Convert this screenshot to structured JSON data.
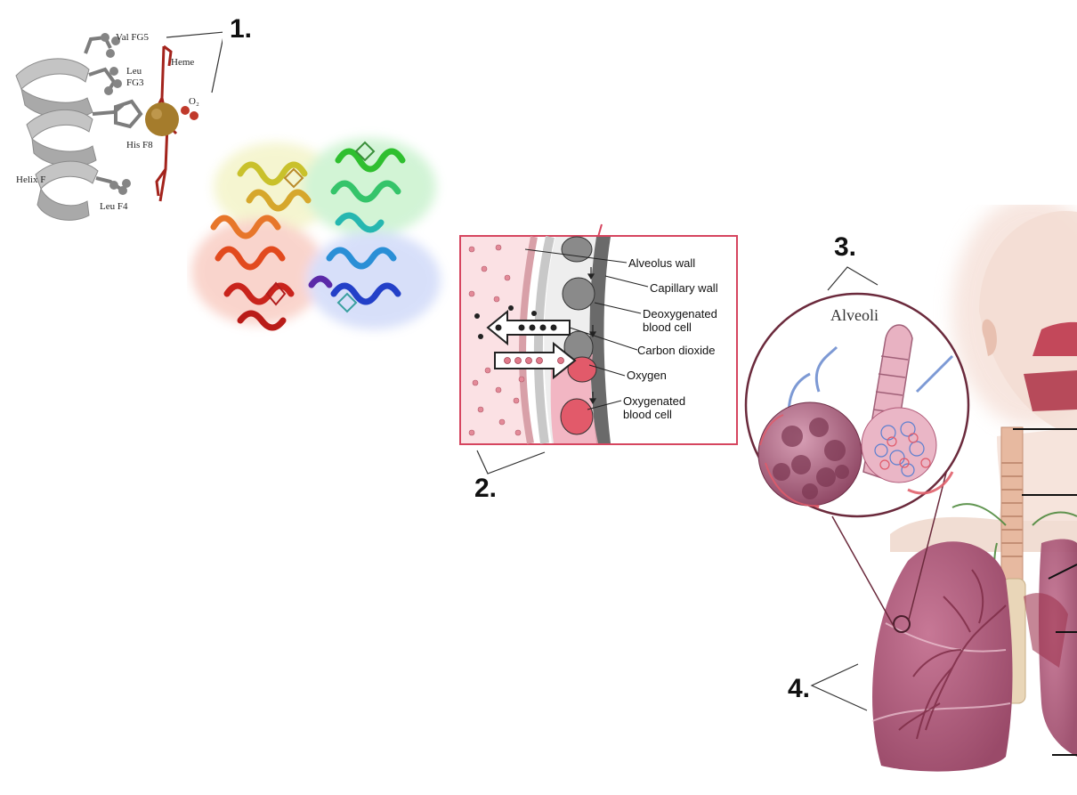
{
  "markers": {
    "one": "1.",
    "two": "2.",
    "three": "3.",
    "four": "4."
  },
  "heme_panel": {
    "labels": {
      "val_fg5": "Val FG5",
      "leu_fg3_a": "Leu",
      "leu_fg3_b": "FG3",
      "heme": "Heme",
      "o2": "O₂",
      "his_f8": "His F8",
      "helix_f": "Helix F",
      "leu_f4": "Leu F4"
    },
    "colors": {
      "helix": "#b9b9b9",
      "heme": "#a3231c",
      "iron": "#a57c2c"
    }
  },
  "gas_exchange_panel": {
    "labels": {
      "alveolus_wall": "Alveolus wall",
      "capillary_wall": "Capillary wall",
      "deoxy_a": "Deoxygenated",
      "deoxy_b": "blood cell",
      "carbon_dioxide": "Carbon dioxide",
      "oxygen": "Oxygen",
      "oxy_a": "Oxygenated",
      "oxy_b": "blood cell"
    },
    "colors": {
      "border": "#d6455f",
      "fill": "#fbe1e4"
    }
  },
  "lungs_panel": {
    "labels": {
      "alveoli": "Alveoli"
    },
    "colors": {
      "lung": "#b9607f",
      "alveoli": "#a95470"
    }
  }
}
